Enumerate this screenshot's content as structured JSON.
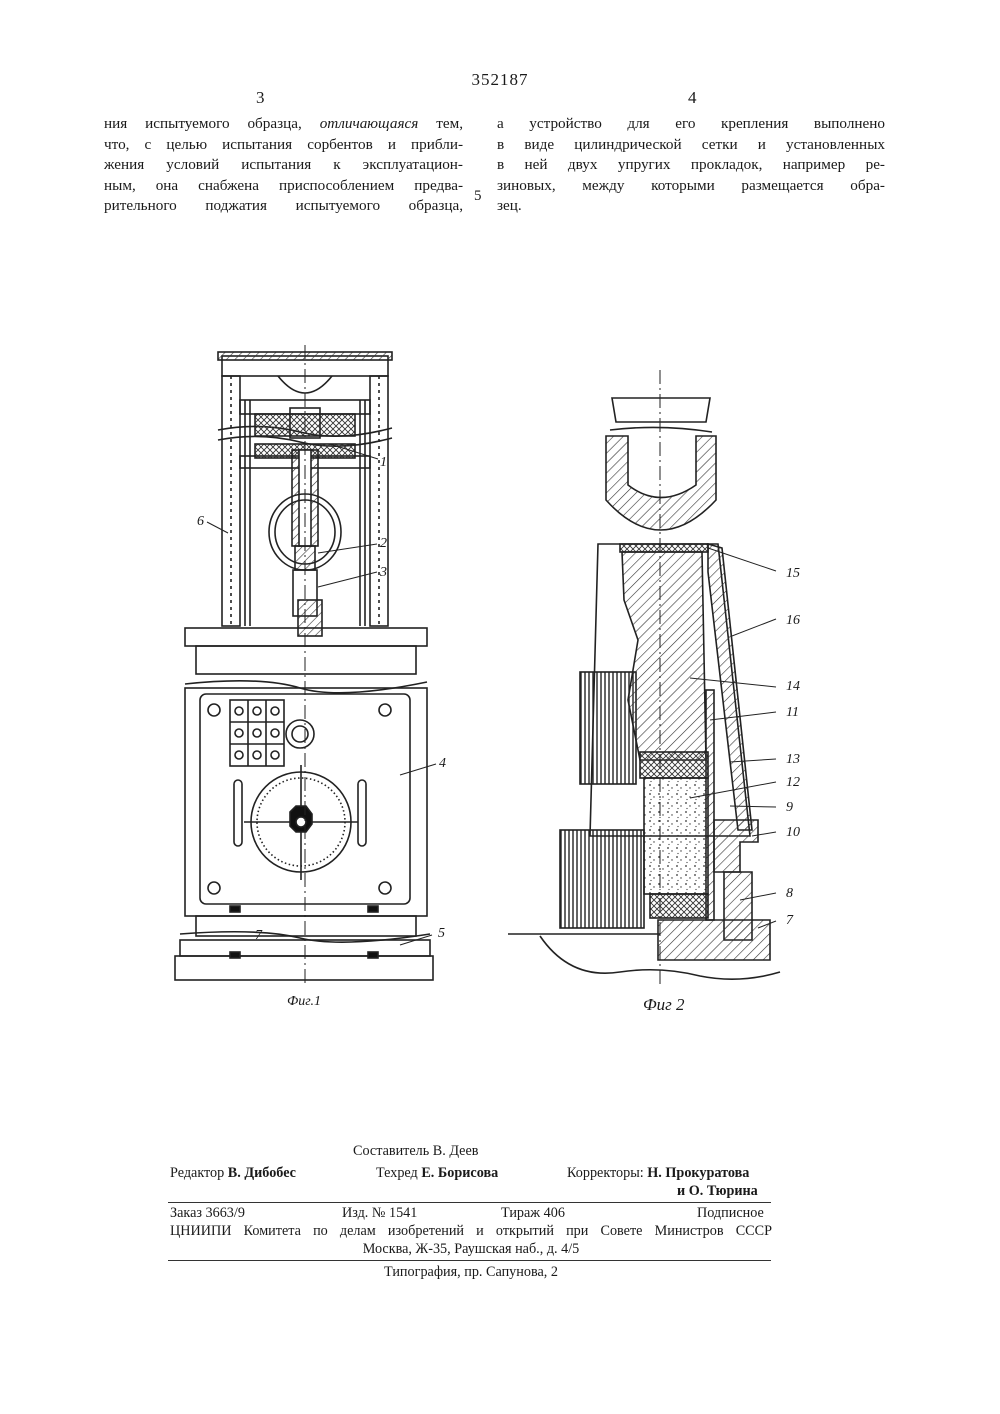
{
  "header": {
    "patent_number": "352187",
    "left_column_number": "3",
    "right_column_number": "4"
  },
  "body": {
    "left_lines": [
      "ния испытуемого образца, отличающаяся тем,",
      "что, с целью испытания сорбентов и прибли-",
      "жения условий испытания к эксплуатацион-",
      "ным, она снабжена приспособлением предва-",
      "рительного поджатия испытуемого образца,"
    ],
    "line_number": "5",
    "right_lines": [
      "а устройство для его крепления выполнено",
      "в виде цилиндрической сетки и установленных",
      "в ней двух упругих прокладок, например ре-",
      "зиновых, между которыми размещается обра-",
      "зец."
    ]
  },
  "figure1": {
    "caption": "Фиг.1",
    "labels": [
      "1",
      "2",
      "3",
      "4",
      "5",
      "6",
      "7"
    ]
  },
  "figure2": {
    "caption": "Фиг 2",
    "labels": [
      "15",
      "16",
      "14",
      "11",
      "13",
      "12",
      "9",
      "10",
      "8",
      "7"
    ]
  },
  "footer": {
    "compiler": "Составитель В. Деев",
    "editor_label": "Редактор",
    "editor_name": "В. Дибобес",
    "techred_label": "Техред",
    "techred_name": "Е. Борисова",
    "correctors_label": "Корректоры:",
    "corrector1": "Н. Прокуратова",
    "corrector2": "и  О. Тюрина",
    "order": "Заказ 3663/9",
    "edition": "Изд. № 1541",
    "print_run": "Тираж 406",
    "subscription": "Подписное",
    "institute": "ЦНИИПИ Комитета по делам изобретений и открытий при Совете Министров СССР",
    "address": "Москва, Ж-35, Раушская наб., д. 4/5",
    "printer": "Типография, пр. Сапунова, 2"
  }
}
